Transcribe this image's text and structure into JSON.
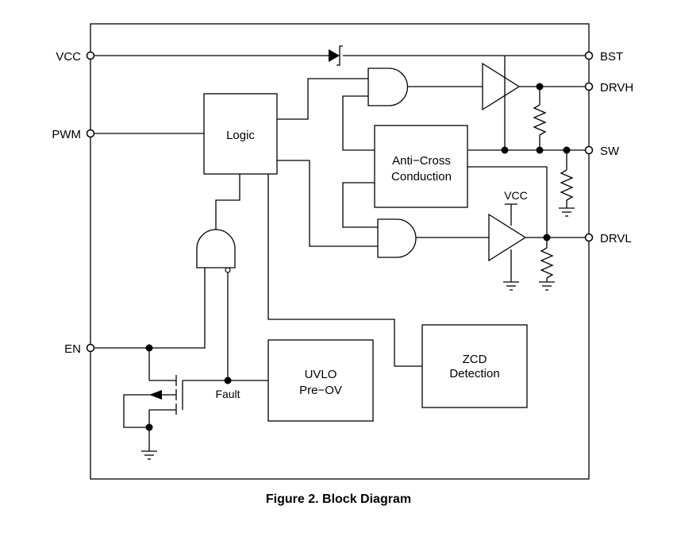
{
  "pins": {
    "vcc": "VCC",
    "pwm": "PWM",
    "en": "EN",
    "bst": "BST",
    "drvh": "DRVH",
    "sw": "SW",
    "drvl": "DRVL"
  },
  "blocks": {
    "logic": "Logic",
    "anti_cross_line1": "Anti−Cross",
    "anti_cross_line2": "Conduction",
    "uvlo_line1": "UVLO",
    "uvlo_line2": "Pre−OV",
    "zcd_line1": "ZCD",
    "zcd_line2": "Detection"
  },
  "labels": {
    "internal_vcc": "VCC",
    "fault": "Fault"
  },
  "caption": "Figure 2. Block Diagram"
}
